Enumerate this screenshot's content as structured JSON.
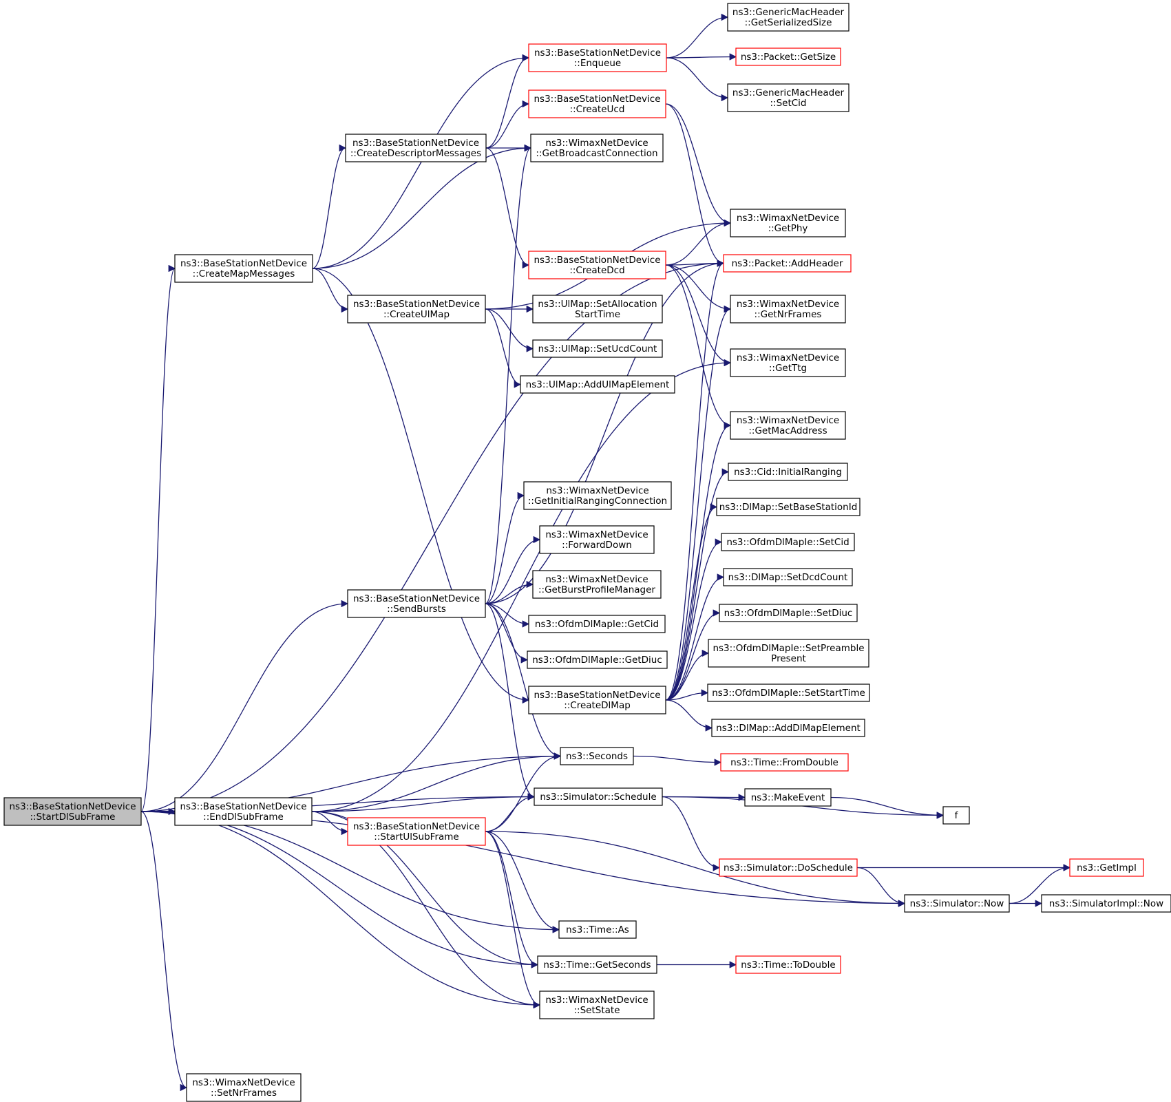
{
  "colors": {
    "edge": "#191970",
    "node_border_default": "#000000",
    "node_border_truncated": "#ff0000",
    "node_fill_root": "#bfbfbf",
    "node_fill_default": "#ffffff"
  },
  "nodes": [
    {
      "id": "startdl",
      "lines": [
        "ns3::BaseStationNetDevice",
        "::StartDlSubFrame"
      ],
      "root": true
    },
    {
      "id": "createmap",
      "lines": [
        "ns3::BaseStationNetDevice",
        "::CreateMapMessages"
      ]
    },
    {
      "id": "enddl",
      "lines": [
        "ns3::BaseStationNetDevice",
        "::EndDlSubFrame"
      ]
    },
    {
      "id": "setnrframes",
      "lines": [
        "ns3::WimaxNetDevice",
        "::SetNrFrames"
      ]
    },
    {
      "id": "createdesc",
      "lines": [
        "ns3::BaseStationNetDevice",
        "::CreateDescriptorMessages"
      ]
    },
    {
      "id": "createul",
      "lines": [
        "ns3::BaseStationNetDevice",
        "::CreateUlMap"
      ]
    },
    {
      "id": "sendbursts",
      "lines": [
        "ns3::BaseStationNetDevice",
        "::SendBursts"
      ]
    },
    {
      "id": "startul",
      "lines": [
        "ns3::BaseStationNetDevice",
        "::StartUlSubFrame"
      ],
      "truncated": true
    },
    {
      "id": "enqueue",
      "lines": [
        "ns3::BaseStationNetDevice",
        "::Enqueue"
      ],
      "truncated": true
    },
    {
      "id": "createucd",
      "lines": [
        "ns3::BaseStationNetDevice",
        "::CreateUcd"
      ],
      "truncated": true
    },
    {
      "id": "getbcast",
      "lines": [
        "ns3::WimaxNetDevice",
        "::GetBroadcastConnection"
      ]
    },
    {
      "id": "createdcd",
      "lines": [
        "ns3::BaseStationNetDevice",
        "::CreateDcd"
      ],
      "truncated": true
    },
    {
      "id": "setalloc",
      "lines": [
        "ns3::UlMap::SetAllocation",
        "StartTime"
      ]
    },
    {
      "id": "setucdcount",
      "lines": [
        "ns3::UlMap::SetUcdCount"
      ]
    },
    {
      "id": "addulmap",
      "lines": [
        "ns3::UlMap::AddUlMapElement"
      ]
    },
    {
      "id": "getinitrng",
      "lines": [
        "ns3::WimaxNetDevice",
        "::GetInitialRangingConnection"
      ]
    },
    {
      "id": "fwddown",
      "lines": [
        "ns3::WimaxNetDevice",
        "::ForwardDown"
      ]
    },
    {
      "id": "getburst",
      "lines": [
        "ns3::WimaxNetDevice",
        "::GetBurstProfileManager"
      ]
    },
    {
      "id": "ofdmgetcid",
      "lines": [
        "ns3::OfdmDlMapIe::GetCid"
      ]
    },
    {
      "id": "ofdmgetdiuc",
      "lines": [
        "ns3::OfdmDlMapIe::GetDiuc"
      ]
    },
    {
      "id": "createdl",
      "lines": [
        "ns3::BaseStationNetDevice",
        "::CreateDlMap"
      ]
    },
    {
      "id": "seconds",
      "lines": [
        "ns3::Seconds"
      ]
    },
    {
      "id": "schedule",
      "lines": [
        "ns3::Simulator::Schedule"
      ]
    },
    {
      "id": "timeas",
      "lines": [
        "ns3::Time::As"
      ]
    },
    {
      "id": "getseconds",
      "lines": [
        "ns3::Time::GetSeconds"
      ]
    },
    {
      "id": "setstate",
      "lines": [
        "ns3::WimaxNetDevice",
        "::SetState"
      ]
    },
    {
      "id": "genserial",
      "lines": [
        "ns3::GenericMacHeader",
        "::GetSerializedSize"
      ]
    },
    {
      "id": "pktgetsize",
      "lines": [
        "ns3::Packet::GetSize"
      ],
      "truncated": true
    },
    {
      "id": "gensetcid",
      "lines": [
        "ns3::GenericMacHeader",
        "::SetCid"
      ]
    },
    {
      "id": "getphy",
      "lines": [
        "ns3::WimaxNetDevice",
        "::GetPhy"
      ]
    },
    {
      "id": "addheader",
      "lines": [
        "ns3::Packet::AddHeader"
      ],
      "truncated": true
    },
    {
      "id": "getnrframes",
      "lines": [
        "ns3::WimaxNetDevice",
        "::GetNrFrames"
      ]
    },
    {
      "id": "getttg",
      "lines": [
        "ns3::WimaxNetDevice",
        "::GetTtg"
      ]
    },
    {
      "id": "getmac",
      "lines": [
        "ns3::WimaxNetDevice",
        "::GetMacAddress"
      ]
    },
    {
      "id": "initranging",
      "lines": [
        "ns3::Cid::InitialRanging"
      ]
    },
    {
      "id": "setbsid",
      "lines": [
        "ns3::DlMap::SetBaseStationId"
      ]
    },
    {
      "id": "ofdmsetcid",
      "lines": [
        "ns3::OfdmDlMapIe::SetCid"
      ]
    },
    {
      "id": "setdcdcount",
      "lines": [
        "ns3::DlMap::SetDcdCount"
      ]
    },
    {
      "id": "ofdmsetdiuc",
      "lines": [
        "ns3::OfdmDlMapIe::SetDiuc"
      ]
    },
    {
      "id": "ofdmsetpre",
      "lines": [
        "ns3::OfdmDlMapIe::SetPreamble",
        "Present"
      ]
    },
    {
      "id": "ofdmsetstart",
      "lines": [
        "ns3::OfdmDlMapIe::SetStartTime"
      ]
    },
    {
      "id": "adddlmap",
      "lines": [
        "ns3::DlMap::AddDlMapElement"
      ]
    },
    {
      "id": "fromdouble",
      "lines": [
        "ns3::Time::FromDouble"
      ],
      "truncated": true
    },
    {
      "id": "makeevent",
      "lines": [
        "ns3::MakeEvent"
      ]
    },
    {
      "id": "f",
      "lines": [
        "f"
      ]
    },
    {
      "id": "doschedule",
      "lines": [
        "ns3::Simulator::DoSchedule"
      ],
      "truncated": true
    },
    {
      "id": "simnow",
      "lines": [
        "ns3::Simulator::Now"
      ]
    },
    {
      "id": "todouble",
      "lines": [
        "ns3::Time::ToDouble"
      ],
      "truncated": true
    },
    {
      "id": "getimpl",
      "lines": [
        "ns3::GetImpl"
      ],
      "truncated": true
    },
    {
      "id": "implnow",
      "lines": [
        "ns3::SimulatorImpl::Now"
      ]
    }
  ],
  "edges": [
    [
      "startdl",
      "createmap"
    ],
    [
      "startdl",
      "enddl"
    ],
    [
      "startdl",
      "setnrframes"
    ],
    [
      "startdl",
      "sendbursts"
    ],
    [
      "startdl",
      "seconds"
    ],
    [
      "startdl",
      "schedule"
    ],
    [
      "startdl",
      "timeas"
    ],
    [
      "startdl",
      "getseconds"
    ],
    [
      "startdl",
      "setstate"
    ],
    [
      "startdl",
      "simnow"
    ],
    [
      "startdl",
      "addheader"
    ],
    [
      "createmap",
      "enqueue"
    ],
    [
      "createmap",
      "createdesc"
    ],
    [
      "createmap",
      "getbcast"
    ],
    [
      "createmap",
      "createul"
    ],
    [
      "createmap",
      "createdl"
    ],
    [
      "enddl",
      "getttg"
    ],
    [
      "enddl",
      "seconds"
    ],
    [
      "enddl",
      "schedule"
    ],
    [
      "enddl",
      "startul"
    ],
    [
      "enddl",
      "getseconds"
    ],
    [
      "enddl",
      "setstate"
    ],
    [
      "createdesc",
      "enqueue"
    ],
    [
      "createdesc",
      "createucd"
    ],
    [
      "createdesc",
      "getbcast"
    ],
    [
      "createdesc",
      "createdcd"
    ],
    [
      "createul",
      "getphy"
    ],
    [
      "createul",
      "setalloc"
    ],
    [
      "createul",
      "setucdcount"
    ],
    [
      "createul",
      "addulmap"
    ],
    [
      "sendbursts",
      "getbcast"
    ],
    [
      "sendbursts",
      "addheader"
    ],
    [
      "sendbursts",
      "getinitrng"
    ],
    [
      "sendbursts",
      "fwddown"
    ],
    [
      "sendbursts",
      "getburst"
    ],
    [
      "sendbursts",
      "ofdmgetcid"
    ],
    [
      "sendbursts",
      "ofdmgetdiuc"
    ],
    [
      "sendbursts",
      "seconds"
    ],
    [
      "sendbursts",
      "schedule"
    ],
    [
      "startul",
      "seconds"
    ],
    [
      "startul",
      "schedule"
    ],
    [
      "startul",
      "simnow"
    ],
    [
      "startul",
      "timeas"
    ],
    [
      "startul",
      "getseconds"
    ],
    [
      "startul",
      "setstate"
    ],
    [
      "enqueue",
      "genserial"
    ],
    [
      "enqueue",
      "pktgetsize"
    ],
    [
      "enqueue",
      "gensetcid"
    ],
    [
      "createucd",
      "getphy"
    ],
    [
      "createucd",
      "addheader"
    ],
    [
      "createdcd",
      "getphy"
    ],
    [
      "createdcd",
      "addheader"
    ],
    [
      "createdcd",
      "getnrframes"
    ],
    [
      "createdcd",
      "getttg"
    ],
    [
      "createdcd",
      "getmac"
    ],
    [
      "createdl",
      "getnrframes"
    ],
    [
      "createdl",
      "getmac"
    ],
    [
      "createdl",
      "initranging"
    ],
    [
      "createdl",
      "setbsid"
    ],
    [
      "createdl",
      "ofdmsetcid"
    ],
    [
      "createdl",
      "setdcdcount"
    ],
    [
      "createdl",
      "ofdmsetdiuc"
    ],
    [
      "createdl",
      "ofdmsetpre"
    ],
    [
      "createdl",
      "ofdmsetstart"
    ],
    [
      "createdl",
      "adddlmap"
    ],
    [
      "createdl",
      "addheader"
    ],
    [
      "seconds",
      "fromdouble"
    ],
    [
      "schedule",
      "makeevent"
    ],
    [
      "schedule",
      "f"
    ],
    [
      "schedule",
      "doschedule"
    ],
    [
      "makeevent",
      "f"
    ],
    [
      "doschedule",
      "getimpl"
    ],
    [
      "doschedule",
      "simnow"
    ],
    [
      "simnow",
      "getimpl"
    ],
    [
      "simnow",
      "implnow"
    ],
    [
      "getseconds",
      "todouble"
    ]
  ]
}
